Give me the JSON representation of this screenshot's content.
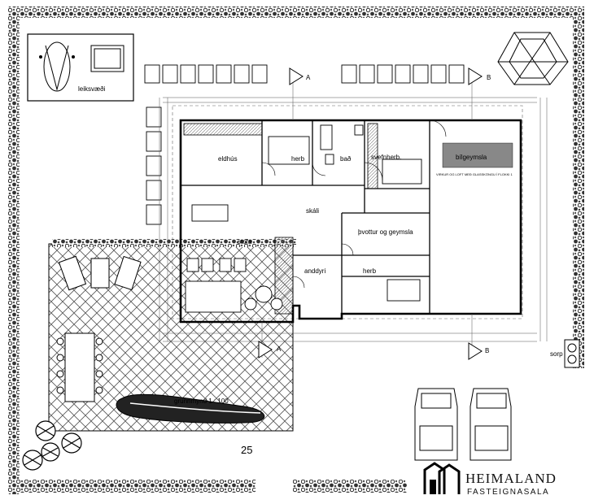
{
  "rooms": {
    "leiksvaedi": "leiksvæði",
    "eldhus": "eldhús",
    "herb1": "herb",
    "bad": "bað",
    "svefnherb": "svefnherb.",
    "bilgeymsla": "bílgeymsla",
    "bilgeymsla_note": "VIRKUR OG LOFT MEÐ GLASSKÖNGU Í FLOKKI 1",
    "skali": "skáli",
    "stofa": "stofa",
    "thvottur": "þvottur og geymsla",
    "anddyri": "anddyri",
    "herb2": "herb",
    "sorp": "sorp"
  },
  "section_marks": {
    "a": "A",
    "b": "B"
  },
  "caption": "grunnmynd 1 : 100",
  "page_number": "25",
  "logo": {
    "name": "HEIMALAND",
    "subtitle": "FASTEIGNASALA"
  },
  "colors": {
    "ink": "#111111",
    "paper": "#ffffff"
  }
}
